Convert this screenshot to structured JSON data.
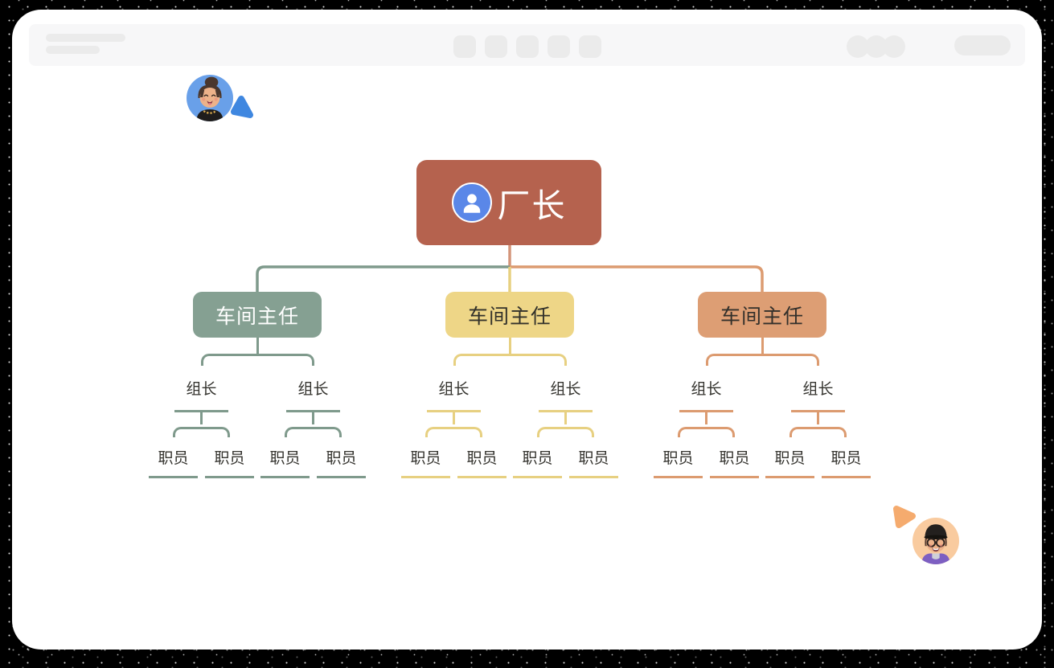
{
  "page": {
    "background_color": "#000000",
    "window_color": "#ffffff"
  },
  "browser_mock": {
    "toolbar_color": "#f7f7f8",
    "placeholder_color": "#ebebeb",
    "tab_placeholder_count": 5,
    "circle_placeholder_count": 3
  },
  "org_chart": {
    "root": {
      "label": "厂长",
      "icon": "user-icon",
      "box_color": "#b5624e",
      "text_color": "#ffffff",
      "icon_bg_color": "#5a87e8",
      "stem_color": "#d4957a"
    },
    "branches": [
      {
        "label": "车间主任",
        "box_color": "#85a092",
        "line_color": "#7f9a8c",
        "text_color": "#ffffff",
        "groups": [
          {
            "label": "组长",
            "staff": [
              "职员",
              "职员"
            ]
          },
          {
            "label": "组长",
            "staff": [
              "职员",
              "职员"
            ]
          }
        ]
      },
      {
        "label": "车间主任",
        "box_color": "#eed687",
        "line_color": "#e7d081",
        "text_color": "#33322b",
        "groups": [
          {
            "label": "组长",
            "staff": [
              "职员",
              "职员"
            ]
          },
          {
            "label": "组长",
            "staff": [
              "职员",
              "职员"
            ]
          }
        ]
      },
      {
        "label": "车间主任",
        "box_color": "#dd9e74",
        "line_color": "#dc9b70",
        "text_color": "#33302b",
        "groups": [
          {
            "label": "组长",
            "staff": [
              "职员",
              "职员"
            ]
          },
          {
            "label": "组长",
            "staff": [
              "职员",
              "职员"
            ]
          }
        ]
      }
    ],
    "small_label_color": "#34332e"
  },
  "collaborators": [
    {
      "id": "blue-user",
      "avatar_bg": "#69a0e9",
      "cursor_color": "#3f87e0"
    },
    {
      "id": "orange-user",
      "avatar_bg": "#f9cb9f",
      "cursor_color": "#f5ab6e"
    }
  ]
}
